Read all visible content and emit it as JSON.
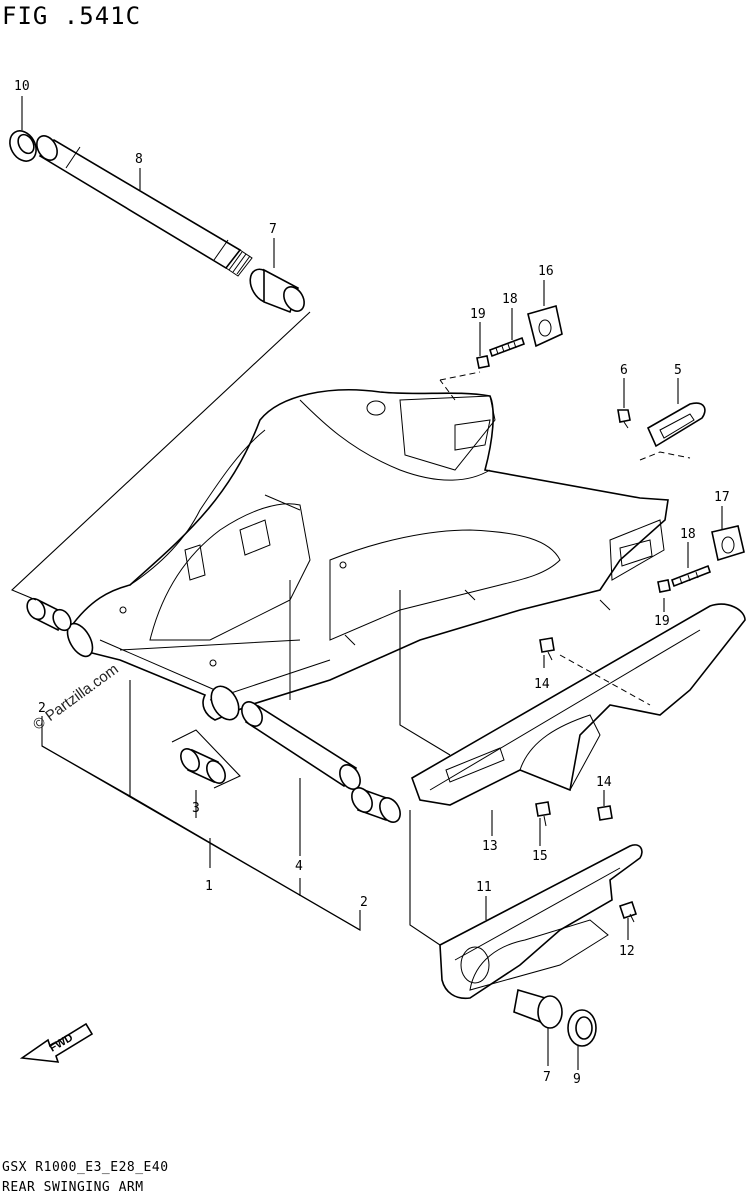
{
  "figure": {
    "title": "FIG .541C",
    "watermark": "© Partzilla.com",
    "fwd_label": "FWD",
    "model_code": "GSX R1000_E3_E28_E40",
    "caption": "REAR SWINGING ARM"
  },
  "callouts": {
    "c1": "1",
    "c2a": "2",
    "c2b": "2",
    "c3": "3",
    "c4": "4",
    "c5": "5",
    "c6": "6",
    "c7a": "7",
    "c7b": "7",
    "c8": "8",
    "c9": "9",
    "c10": "10",
    "c11": "11",
    "c12": "12",
    "c13": "13",
    "c14a": "14",
    "c14b": "14",
    "c15": "15",
    "c16": "16",
    "c17": "17",
    "c18a": "18",
    "c18b": "18",
    "c19a": "19",
    "c19b": "19"
  }
}
